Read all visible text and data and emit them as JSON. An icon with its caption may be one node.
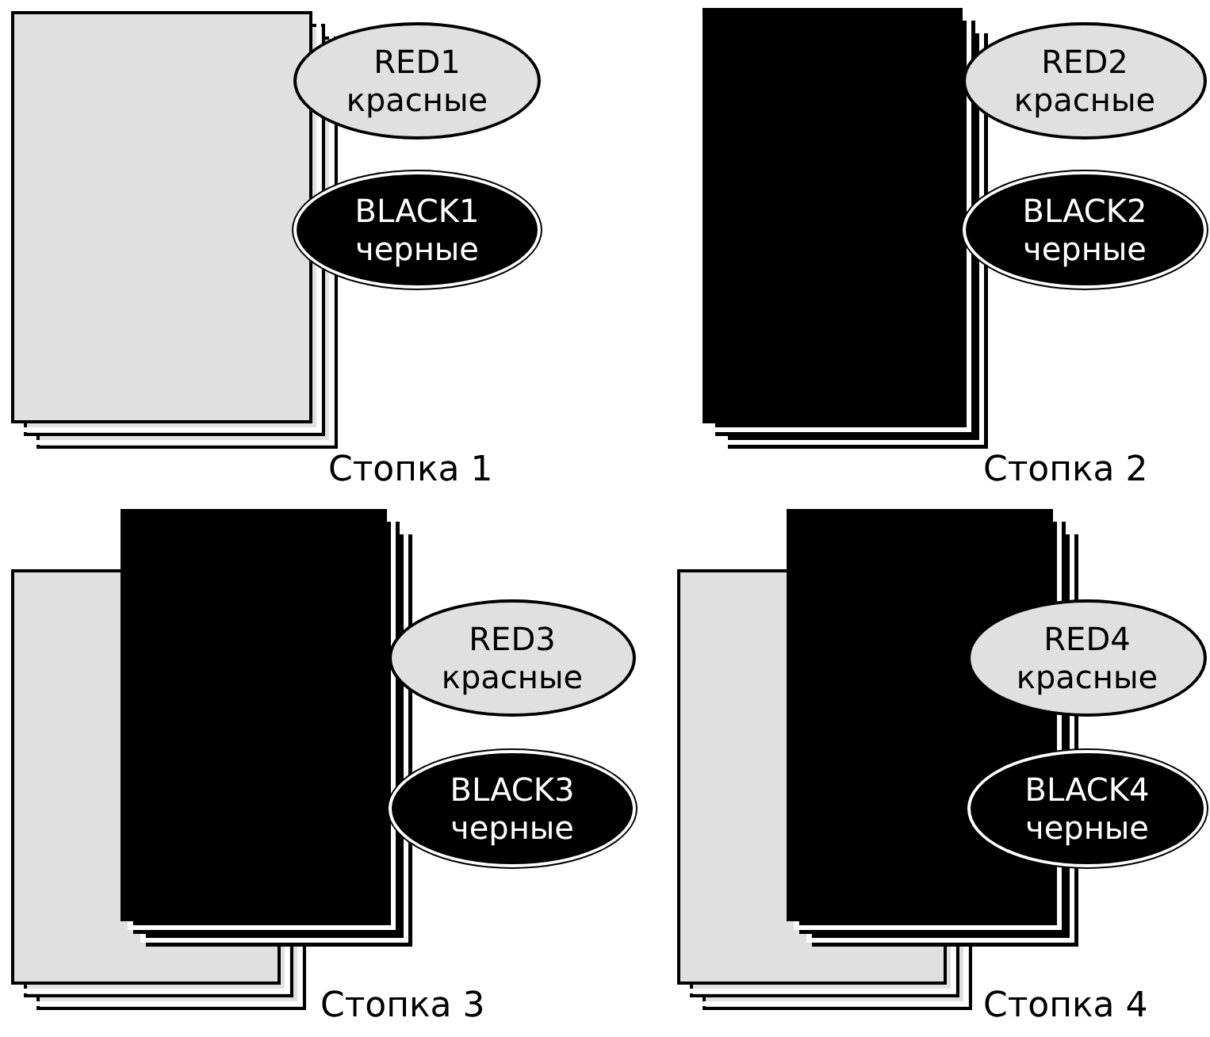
{
  "diagram": {
    "nodes": [
      {
        "text": [
          "RED1",
          "красные"
        ]
      },
      {
        "text": [
          "BLACK1",
          "черные"
        ]
      },
      {
        "text": [
          "RED2",
          "красные"
        ]
      },
      {
        "text": [
          "BLACK2",
          "черные"
        ]
      },
      {
        "text": [
          "RED3",
          "красные"
        ]
      },
      {
        "text": [
          "BLACK3",
          "черные"
        ]
      },
      {
        "text": [
          "RED4",
          "красные"
        ]
      },
      {
        "text": [
          "BLACK4",
          "черные"
        ]
      }
    ],
    "labels": [
      "Стопка 1",
      "Стопка 2",
      "Стопка 3",
      "Стопка 4"
    ]
  }
}
